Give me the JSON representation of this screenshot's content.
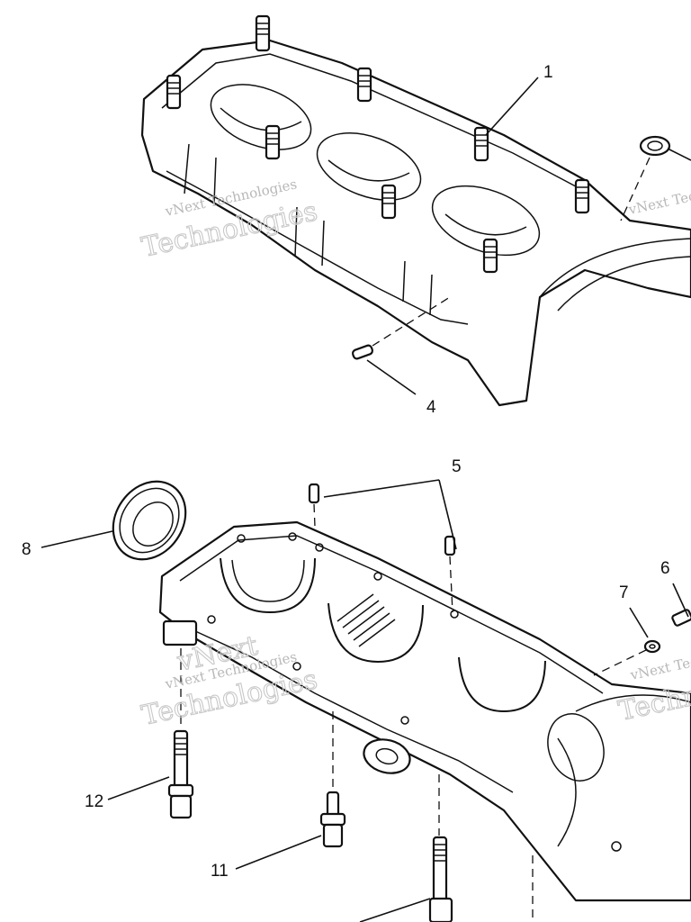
{
  "callouts": [
    "1",
    "4",
    "5",
    "8",
    "6",
    "7",
    "12",
    "11"
  ],
  "watermark": {
    "line1": "vNext",
    "line2": "vNext Technologies",
    "line3": "Technologies"
  }
}
